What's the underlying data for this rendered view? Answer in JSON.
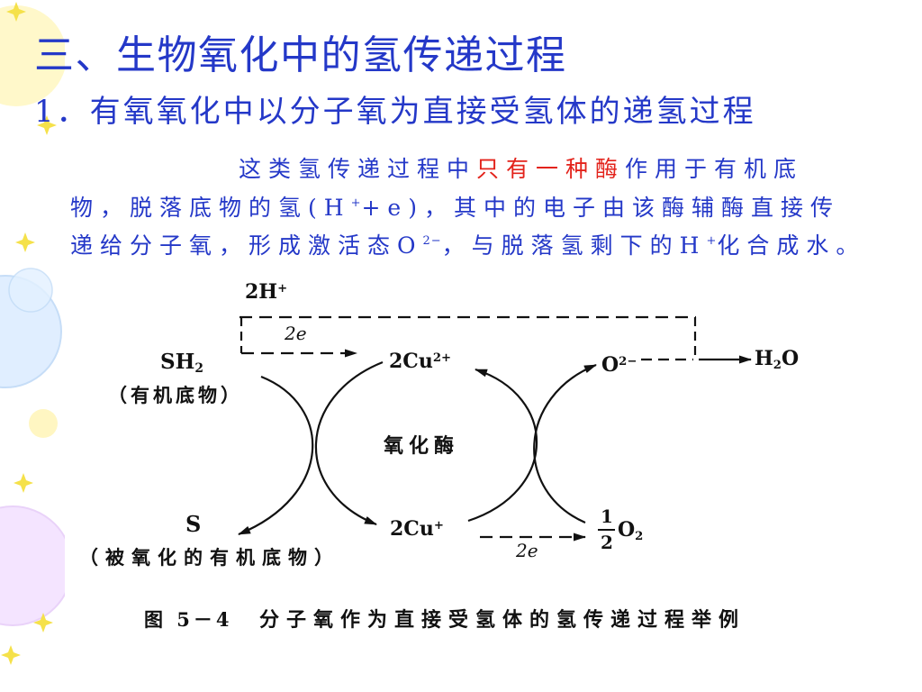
{
  "slide": {
    "title": "三、生物氧化中的氢传递过程",
    "subtitle": "1．有氧氧化中以分子氧为直接受氢体的递氢过程",
    "paragraph": {
      "line1": {
        "before": "这类氢传递过程中",
        "highlight": "只有一种酶",
        "after": "作用于有机底"
      },
      "line2": {
        "before": "物，脱落底物的氢(H",
        "sup": "+",
        "after": "+e)，其中的电子由该酶辅酶直接传"
      },
      "line3": {
        "before": "递给分子氧，形成激活态O",
        "sup1": "2−",
        "middle": "，与脱落氢剩下的H",
        "sup2": "+",
        "after": "化合成水。"
      }
    }
  },
  "diagram": {
    "proton_label": {
      "text": "2H",
      "sup": "+"
    },
    "electron_top": "2e",
    "electron_bottom": "2e",
    "substrate": {
      "text": "SH",
      "sub": "2",
      "note": "（有机底物）"
    },
    "oxidized_substrate": {
      "text": "S",
      "note": "（被氧化的有机底物）"
    },
    "cupric": {
      "text": "2Cu",
      "sup": "2+"
    },
    "cuprous": {
      "text": "2Cu",
      "sup": "+"
    },
    "oxide_ion": {
      "text": "O",
      "sup": "2−"
    },
    "water": {
      "text": "H",
      "sub": "2",
      "tail": "O"
    },
    "oxygen": {
      "numerator": "1",
      "denominator": "2",
      "text": "O",
      "sub": "2"
    },
    "enzyme": "氧化酶",
    "caption": {
      "figure_no": "图 5－4",
      "text": "分子氧作为直接受氢体的氢传递过程举例"
    }
  },
  "colors": {
    "text_blue": "#2438c8",
    "highlight_red": "#e3231b",
    "diagram_ink": "#111111"
  }
}
